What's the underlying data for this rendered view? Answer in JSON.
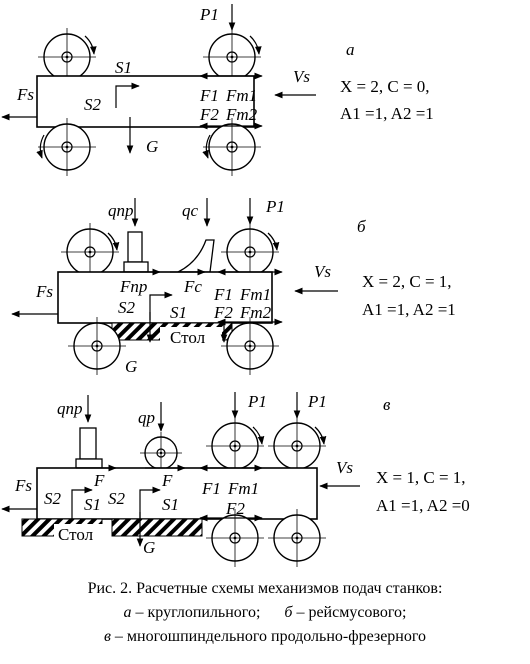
{
  "schemes": [
    {
      "letter": "а",
      "formula": {
        "line1": "X = 2, C = 0,",
        "line2": "A1 =1, A2 =1"
      },
      "labels": {
        "P1": "P1",
        "S1": "S1",
        "S2": "S2",
        "Fs": "Fs",
        "Vs": "Vs",
        "G": "G",
        "F1": "F1",
        "Ft1": "Fт1",
        "F2": "F2",
        "Ft2": "Fт2"
      }
    },
    {
      "letter": "б",
      "formula": {
        "line1": "X = 2, C = 1,",
        "line2": "A1 =1, A2 =1"
      },
      "labels": {
        "qpr": "qпр",
        "qc": "qс",
        "P1": "P1",
        "Vs": "Vs",
        "Fs": "Fs",
        "Fpr": "Fпр",
        "Fc": "Fс",
        "F1": "F1",
        "Ft1": "Fт1",
        "S2": "S2",
        "S1": "S1",
        "F2": "F2",
        "Ft2": "Fт2",
        "table": "Стол",
        "G": "G"
      }
    },
    {
      "letter": "в",
      "formula": {
        "line1": "X = 1, C = 1,",
        "line2": "A1 =1, A2 =0"
      },
      "labels": {
        "qpr": "qпр",
        "qp": "qр",
        "P1a": "P1",
        "P1b": "P1",
        "Vs": "Vs",
        "Fs": "Fs",
        "S2a": "S2",
        "S1a": "S1",
        "Fa": "F",
        "S2b": "S2",
        "S1b": "S1",
        "Fb": "F",
        "F1": "F1",
        "Ft1": "Fт1",
        "F2": "F2",
        "table": "Стол",
        "G": "G"
      }
    }
  ],
  "caption": {
    "title": "Рис. 2. Расчетные схемы механизмов подач станков:",
    "a_letter": "а",
    "a_text": " – круглопильного;",
    "b_letter": "б",
    "b_text": " – рейсмусового;",
    "c_letter": "в",
    "c_text": " – многошпиндельного продольно-фрезерного"
  }
}
